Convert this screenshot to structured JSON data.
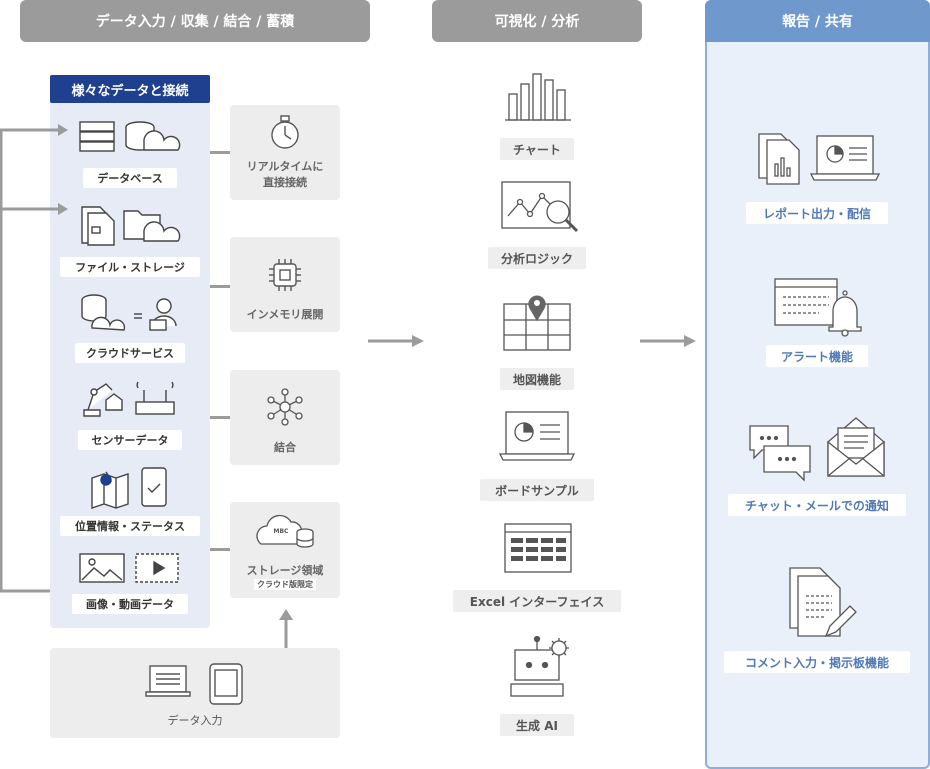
{
  "headers": {
    "input": "データ入力 / 収集 / 結合 / 蓄積",
    "visualize": "可視化 / 分析",
    "report": "報告 / 共有"
  },
  "sources": {
    "title": "様々なデータと接続",
    "items": [
      "データベース",
      "ファイル・ストレージ",
      "クラウドサービス",
      "センサーデータ",
      "位置情報・ステータス",
      "画像・動画データ"
    ]
  },
  "processes": {
    "realtime": "リアルタイムに\n直接接続",
    "inmemory": "インメモリ展開",
    "join": "結合",
    "storage": "ストレージ領域",
    "storage_note": "クラウド版限定",
    "storage_icon_text": "MBC"
  },
  "data_input": "データ入力",
  "visualize_items": [
    "チャート",
    "分析ロジック",
    "地図機能",
    "ボードサンプル",
    "Excel インターフェイス",
    "生成 AI"
  ],
  "report_items": [
    "レポート出力・配信",
    "アラート機能",
    "チャット・メールでの通知",
    "コメント入力・掲示板機能"
  ],
  "colors": {
    "header_gray": "#9b9b9b",
    "header_blue": "#6f99cc",
    "navy": "#1f3f8f",
    "icon_stroke": "#555555",
    "blue_stroke": "#4f79b8"
  }
}
